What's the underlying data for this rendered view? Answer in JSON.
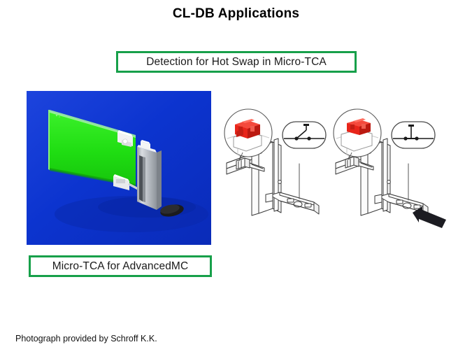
{
  "slide": {
    "title": "CL-DB Applications",
    "background_color": "#ffffff"
  },
  "captions": {
    "top": {
      "label": "Detection for Hot Swap in Micro-TCA",
      "border_color": "#17a04a"
    },
    "bottom": {
      "label": "Micro-TCA for AdvancedMC",
      "border_color": "#17a04a"
    }
  },
  "photo": {
    "alt": "Micro-TCA AdvancedMC green circuit board with metal front panel and ejector handle on blue background",
    "background_color": "#0b3ad0",
    "board_color": "#22e016",
    "panel_color": "#c8ccd2"
  },
  "diagrams": [
    {
      "name": "handle-open",
      "state_label": "open",
      "callout_component_color": "#e8251a",
      "switch_symbol": "switch-open-icon",
      "has_insert_arrow": false
    },
    {
      "name": "handle-closed",
      "state_label": "closed",
      "callout_component_color": "#e8251a",
      "switch_symbol": "switch-closed-icon",
      "has_insert_arrow": true
    }
  ],
  "footer": {
    "credit": "Photograph provided by Schroff K.K."
  }
}
